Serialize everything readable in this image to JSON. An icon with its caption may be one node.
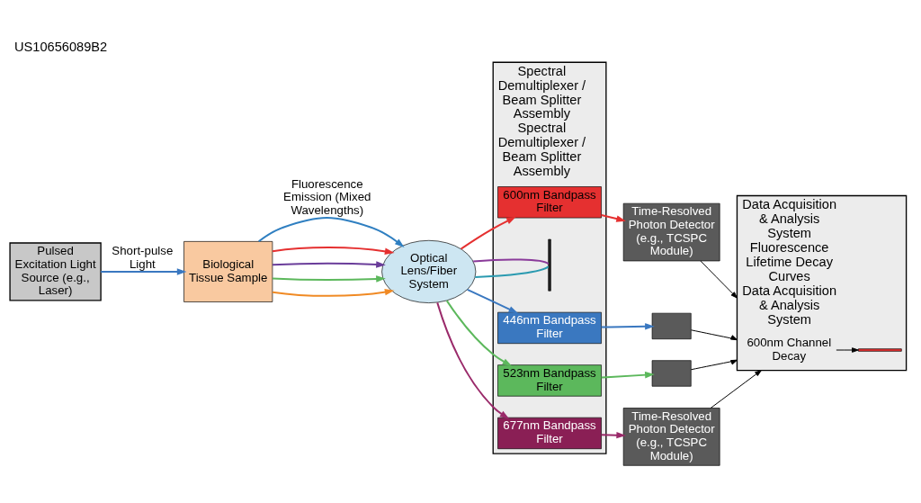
{
  "diagram": {
    "title": "US10656089B2",
    "nodes": [
      {
        "text": [
          "Pulsed Excitation Light Source (e.g., Laser)"
        ]
      },
      {
        "text": [
          "Biological Tissue Sample"
        ]
      },
      {
        "text": [
          "Optical Lens/Fiber System"
        ]
      },
      {
        "text": [
          "Spectral Demultiplexer / Beam Splitter Assembly",
          "Spectral Demultiplexer / Beam Splitter Assembly"
        ]
      },
      {
        "text": [
          "600nm Bandpass Filter"
        ],
        "in": 3
      },
      {
        "text": [],
        "shape": "bar",
        "in": 3
      },
      {
        "text": [
          "446nm Bandpass Filter"
        ],
        "in": 3
      },
      {
        "text": [
          "523nm Bandpass Filter"
        ],
        "in": 3
      },
      {
        "text": [
          "677nm Bandpass Filter"
        ],
        "in": 3
      },
      {
        "text": [
          "Time-Resolved Photon Detector (e.g., TCSPC Module)"
        ]
      },
      {
        "text": [],
        "shape": "box"
      },
      {
        "text": [],
        "shape": "box"
      },
      {
        "text": [
          "Time-Resolved Photon Detector (e.g., TCSPC Module)"
        ]
      },
      {
        "text": [
          "Data Acquisition & Analysis System",
          "Fluorescence Lifetime Decay Curves",
          "Data Acquisition & Analysis System"
        ]
      },
      {
        "text": [
          "600nm Channel Decay"
        ],
        "in": 13
      },
      {
        "text": [],
        "shape": "line",
        "in": 13
      }
    ],
    "edges": [
      {
        "from": 0,
        "to": 1,
        "arrow": "to",
        "label": "Short-pulse Light",
        "color": "#3a78c0"
      },
      {
        "from": 1,
        "to": 2,
        "arrow": "to",
        "label": "Fluorescence Emission (Mixed Wavelengths)",
        "color": "#2f7fc1"
      },
      {
        "from": 1,
        "to": 2,
        "arrow": "to",
        "color": "#f08a24"
      },
      {
        "from": 1,
        "to": 2,
        "arrow": "to",
        "color": "#5cb85c"
      },
      {
        "from": 1,
        "to": 2,
        "arrow": "to",
        "color": "#6a3d9a"
      },
      {
        "from": 1,
        "to": 2,
        "arrow": "to",
        "color": "#e53030"
      },
      {
        "from": 2,
        "to": 4,
        "arrow": "to",
        "color": "#e53030"
      },
      {
        "from": 2,
        "to": 6,
        "arrow": "to",
        "color": "#3a78c0"
      },
      {
        "from": 2,
        "to": 5,
        "arrow": "none",
        "color": "#2a9ab0"
      },
      {
        "from": 2,
        "to": 7,
        "arrow": "to",
        "color": "#5cb85c"
      },
      {
        "from": 2,
        "to": 5,
        "arrow": "none",
        "color": "#8a3a9a"
      },
      {
        "from": 2,
        "to": 8,
        "arrow": "to",
        "color": "#9a2a6a"
      },
      {
        "from": 4,
        "to": 9,
        "arrow": "to",
        "color": "#e53030"
      },
      {
        "from": 6,
        "to": 10,
        "arrow": "to",
        "color": "#3a78c0"
      },
      {
        "from": 7,
        "to": 11,
        "arrow": "to",
        "color": "#5cb85c"
      },
      {
        "from": 8,
        "to": 12,
        "arrow": "to",
        "color": "#9a2a6a"
      },
      {
        "from": 9,
        "to": 13,
        "arrow": "to"
      },
      {
        "from": 10,
        "to": 13,
        "arrow": "to"
      },
      {
        "from": 11,
        "to": 13,
        "arrow": "to"
      },
      {
        "from": 12,
        "to": 13,
        "arrow": "to"
      },
      {
        "from": 14,
        "to": 15,
        "arrow": "to"
      }
    ]
  }
}
